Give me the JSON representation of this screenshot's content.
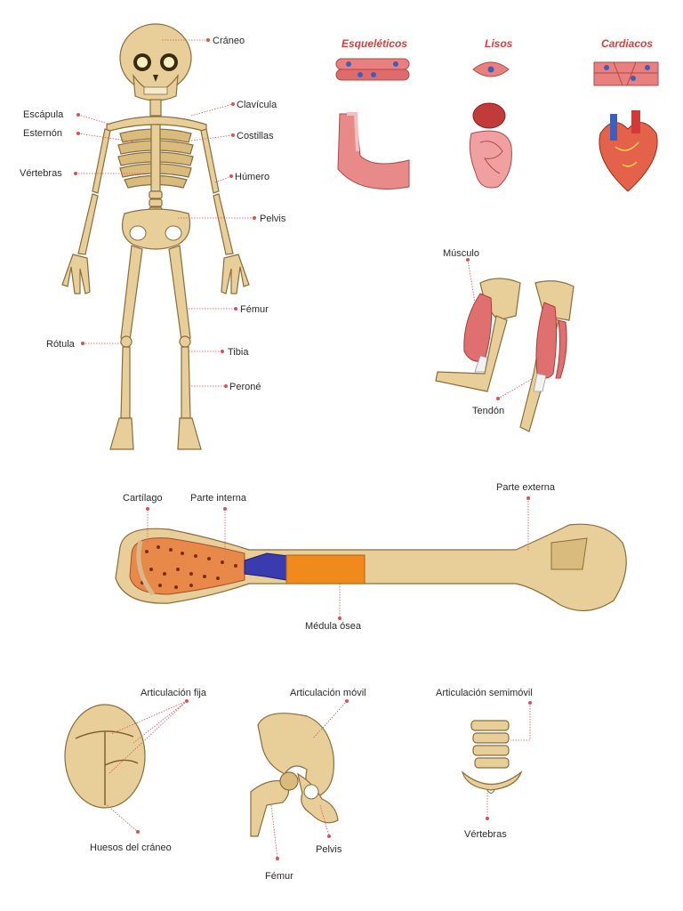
{
  "skeleton": {
    "labels": {
      "craneo": "Cráneo",
      "clavicula": "Clavícula",
      "escapula": "Escápula",
      "esternon": "Esternón",
      "costillas": "Costillas",
      "vertebras": "Vértebras",
      "humero": "Húmero",
      "pelvis": "Pelvis",
      "femur": "Fémur",
      "rotula": "Rótula",
      "tibia": "Tibia",
      "perone": "Peroné"
    }
  },
  "muscle_types": {
    "esqueleticos": "Esqueléticos",
    "lisos": "Lisos",
    "cardiacos": "Cardiacos"
  },
  "arm": {
    "musculo": "Músculo",
    "tendon": "Tendón"
  },
  "long_bone": {
    "cartilago": "Cartílago",
    "parte_interna": "Parte interna",
    "parte_externa": "Parte externa",
    "medula_osea": "Médula ósea"
  },
  "joints": {
    "fija": "Articulación fija",
    "huesos_craneo": "Huesos del cráneo",
    "movil": "Articulación móvil",
    "pelvis": "Pelvis",
    "femur": "Fémur",
    "semimovil": "Articulación semimóvil",
    "vertebras": "Vértebras"
  },
  "colors": {
    "bone": "#e8cf9a",
    "bone_outline": "#8a6d3b",
    "muscle": "#e07070",
    "accent_red": "#e03a3a",
    "marrow_orange": "#f08a1c",
    "marrow_blue": "#3b3bb0"
  }
}
